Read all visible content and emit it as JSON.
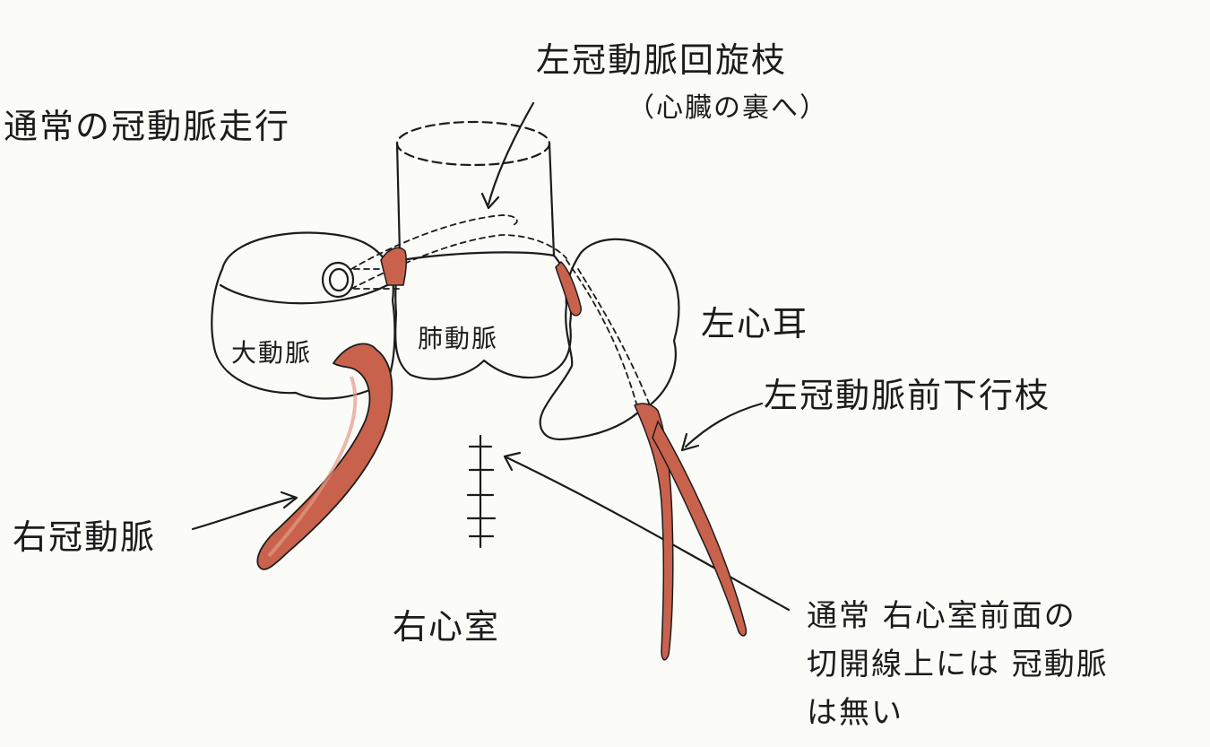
{
  "title": "通常の冠動脈走行",
  "colors": {
    "ink": "#1c1c1c",
    "artery": "#c9624c",
    "artery_light": "#e49a86",
    "paper": "#fbfbf8"
  },
  "labels": {
    "lcx_line1": "左冠動脈回旋枝",
    "lcx_line2": "（心臓の裏へ）",
    "left_atrial_appendage": "左心耳",
    "lad": "左冠動脈前下行枝",
    "aorta": "大動脈",
    "pulmonary_artery": "肺動脈",
    "right_coronary": "右冠動脈",
    "right_ventricle": "右心室",
    "note_line1": "通常 右心室前面の",
    "note_line2": "切開線上には 冠動脈",
    "note_line3": "は無い"
  }
}
